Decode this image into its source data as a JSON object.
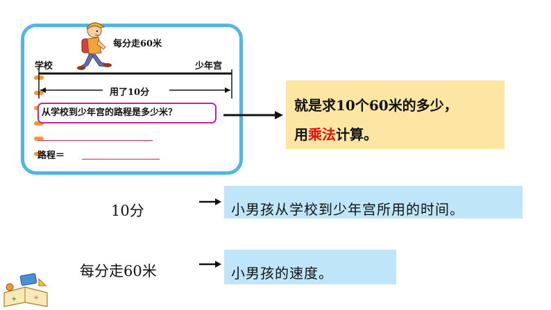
{
  "card": {
    "speed_label": "每分走60米",
    "start_label": "学校",
    "end_label": "少年宫",
    "time_label": "用了10分",
    "question": "从学校到少年宫的路程是多少米？",
    "distance_label": "路程＝"
  },
  "answer": {
    "line1_pre": "就是求",
    "line1_num1": "10",
    "line1_mid": "个",
    "line1_num2": "60",
    "line1_post": "米的多少，",
    "line2_pre": "用",
    "line2_highlight": "乘法",
    "line2_post": "计算。"
  },
  "rows": [
    {
      "label": "10分",
      "explanation": "小男孩从学校到少年宫所用的时间。"
    },
    {
      "label": "每分走60米",
      "explanation": "小男孩的速度。"
    }
  ],
  "colors": {
    "card_border": "#52b6e3",
    "ring": "#f39b2b",
    "question_border": "#c9219a",
    "highlight": "#e30e0e",
    "answer_bg": "#fde6a4",
    "explain_bg": "#bfe6f8"
  }
}
